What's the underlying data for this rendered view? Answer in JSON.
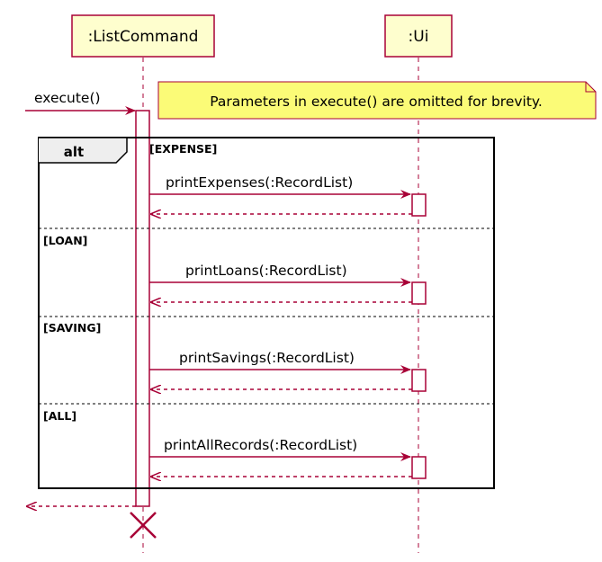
{
  "participants": {
    "list_command": ":ListCommand",
    "ui": ":Ui"
  },
  "note": "Parameters in execute() are omitted for brevity.",
  "incoming_message": "execute()",
  "fragment": {
    "operator": "alt",
    "operands": [
      {
        "guard": "[EXPENSE]",
        "message": "printExpenses(:RecordList)"
      },
      {
        "guard": "[LOAN]",
        "message": "printLoans(:RecordList)"
      },
      {
        "guard": "[SAVING]",
        "message": "printSavings(:RecordList)"
      },
      {
        "guard": "[ALL]",
        "message": "printAllRecords(:RecordList)"
      }
    ]
  },
  "colors": {
    "line": "#a80036",
    "participant_fill": "#fefece",
    "note_fill": "#fbfb77",
    "frame": "#000000"
  }
}
